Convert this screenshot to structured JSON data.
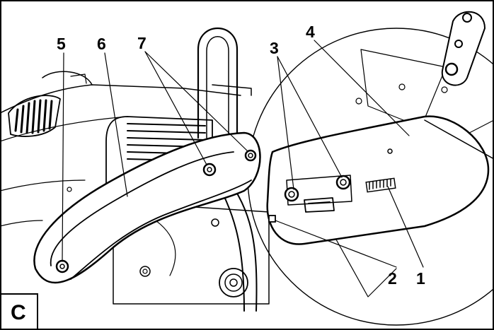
{
  "figure": {
    "panel_label": "C",
    "callouts": [
      {
        "id": "1",
        "label": "1"
      },
      {
        "id": "2",
        "label": "2"
      },
      {
        "id": "3",
        "label": "3"
      },
      {
        "id": "4",
        "label": "4"
      },
      {
        "id": "5",
        "label": "5"
      },
      {
        "id": "6",
        "label": "6"
      },
      {
        "id": "7",
        "label": "7"
      }
    ]
  }
}
